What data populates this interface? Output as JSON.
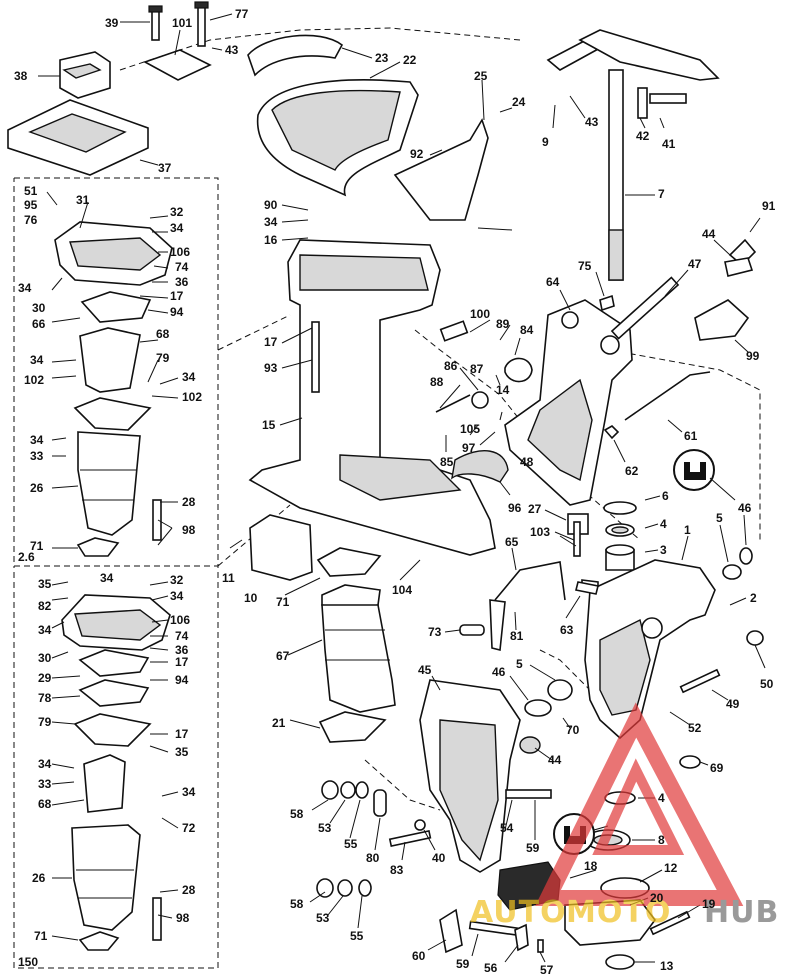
{
  "diagram": {
    "title": "Outboard midsection, exhaust housing and swivel/stern bracket exploded parts view",
    "group_labels": [
      "2.6",
      "150"
    ],
    "callouts": [
      "39",
      "101",
      "77",
      "43",
      "38",
      "23",
      "22",
      "25",
      "24",
      "9",
      "43",
      "42",
      "41",
      "37",
      "92",
      "7",
      "51",
      "31",
      "95",
      "32",
      "76",
      "34",
      "106",
      "74",
      "36",
      "34",
      "17",
      "30",
      "94",
      "66",
      "68",
      "34",
      "102",
      "79",
      "34",
      "102",
      "34",
      "33",
      "26",
      "28",
      "98",
      "71",
      "90",
      "34",
      "16",
      "17",
      "93",
      "15",
      "100",
      "89",
      "84",
      "86",
      "87",
      "88",
      "14",
      "105",
      "97",
      "85",
      "75",
      "64",
      "44",
      "47",
      "99",
      "91",
      "61",
      "62",
      "48",
      "96",
      "27",
      "6",
      "4",
      "3",
      "5",
      "46",
      "1",
      "103",
      "65",
      "63",
      "81",
      "73",
      "2",
      "71",
      "67",
      "11",
      "10",
      "104",
      "21",
      "35",
      "34",
      "32",
      "82",
      "34",
      "34",
      "106",
      "30",
      "74",
      "36",
      "29",
      "17",
      "94",
      "78",
      "79",
      "17",
      "35",
      "34",
      "33",
      "68",
      "34",
      "72",
      "26",
      "28",
      "98",
      "71",
      "45",
      "46",
      "5",
      "44",
      "70",
      "50",
      "49",
      "52",
      "69",
      "4",
      "8",
      "58",
      "53",
      "55",
      "80",
      "83",
      "40",
      "54",
      "59",
      "18",
      "12",
      "20",
      "19",
      "58",
      "53",
      "55",
      "60",
      "59",
      "56",
      "57",
      "13"
    ]
  },
  "watermark": {
    "text_auto": "AUTO",
    "text_moto": "MOTO",
    "text_hub": "HUB",
    "color_red": "#e03a3a",
    "color_yellow": "#f0c020",
    "color_gray": "#707070"
  },
  "icons": [
    "tool-symbol-icon",
    "tool-symbol-icon"
  ]
}
